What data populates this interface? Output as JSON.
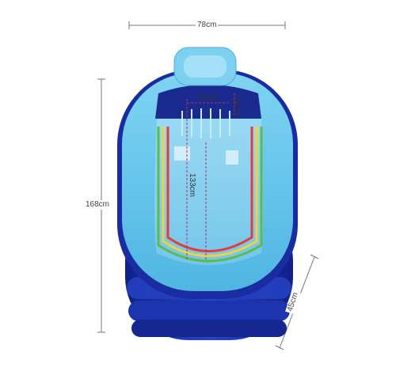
{
  "dimensions": {
    "width_outer": "78cm",
    "length_outer": "168cm",
    "height": "45cm",
    "width_inner": "53cm",
    "depth_inner": "44cm",
    "length_inner": "133cm"
  },
  "colors": {
    "tub_blue_dark": "#1d2fa8",
    "tub_blue_light": "#62c4ea",
    "stripe_red": "#e63b3b",
    "stripe_yellow": "#f2d23a",
    "stripe_green": "#5dbb4a",
    "dimension_line": "#777777"
  }
}
